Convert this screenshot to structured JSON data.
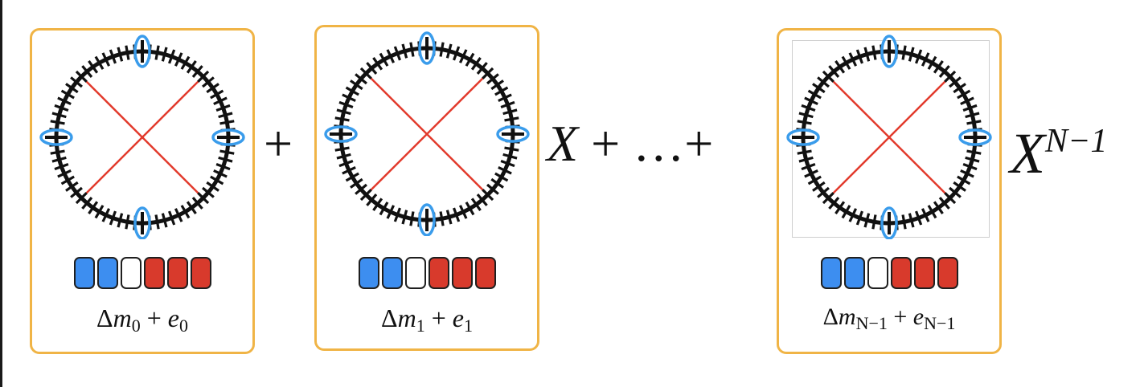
{
  "colors": {
    "panel_border": "#F0B446",
    "ring": "#111111",
    "cross_lines": "#E23A2C",
    "marker_ellipse": "#3A9CEB",
    "cell_blue": "#3D8EF0",
    "cell_white": "#FFFFFF",
    "cell_red": "#D83A2C"
  },
  "swatch_pattern": [
    "blue",
    "blue",
    "white",
    "red",
    "red",
    "red"
  ],
  "panels": [
    {
      "label_main": "Δ",
      "label_var1": "m",
      "label_sub1": "0",
      "label_plus": " + ",
      "label_var2": "e",
      "label_sub2": "0"
    },
    {
      "label_main": "Δ",
      "label_var1": "m",
      "label_sub1": "1",
      "label_plus": " + ",
      "label_var2": "e",
      "label_sub2": "1"
    },
    {
      "label_main": "Δ",
      "label_var1": "m",
      "label_sub1": "N−1",
      "label_plus": " + ",
      "label_var2": "e",
      "label_sub2": "N−1"
    }
  ],
  "operators": {
    "plus1": "+",
    "x_term": "X",
    "plus_dots_plus": " + …+",
    "x_power_base": "X",
    "x_power_exp": "N−1"
  }
}
